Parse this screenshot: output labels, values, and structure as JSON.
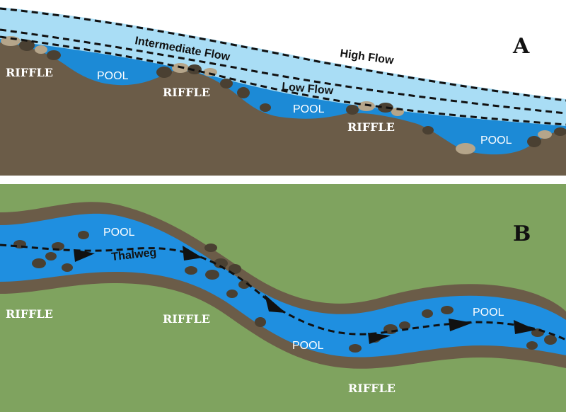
{
  "panel_a": {
    "letter": "A",
    "flow_labels": {
      "high": "High Flow",
      "intermediate": "Intermediate Flow",
      "low": "Low Flow"
    },
    "features": {
      "riffle_1": "RIFFLE",
      "pool_1": "POOL",
      "riffle_2": "RIFFLE",
      "pool_2": "POOL",
      "riffle_3": "RIFFLE",
      "pool_3": "POOL"
    }
  },
  "panel_b": {
    "letter": "B",
    "thalweg_label": "Thalweg",
    "features": {
      "pool_1": "POOL",
      "riffle_1": "RIFFLE",
      "riffle_2": "RIFFLE",
      "pool_2": "POOL",
      "pool_3": "POOL",
      "riffle_3": "RIFFLE"
    }
  },
  "colors": {
    "ground": "#6b5c48",
    "high_water": "#a9ddf5",
    "low_water": "#1c8ad6",
    "pool_water": "#1f8fe0",
    "floodplain": "#7fa35f",
    "rock_dark": "#4a4032",
    "rock_light": "#b5a58a",
    "text_white": "#ffffff",
    "text_black": "#111111"
  }
}
